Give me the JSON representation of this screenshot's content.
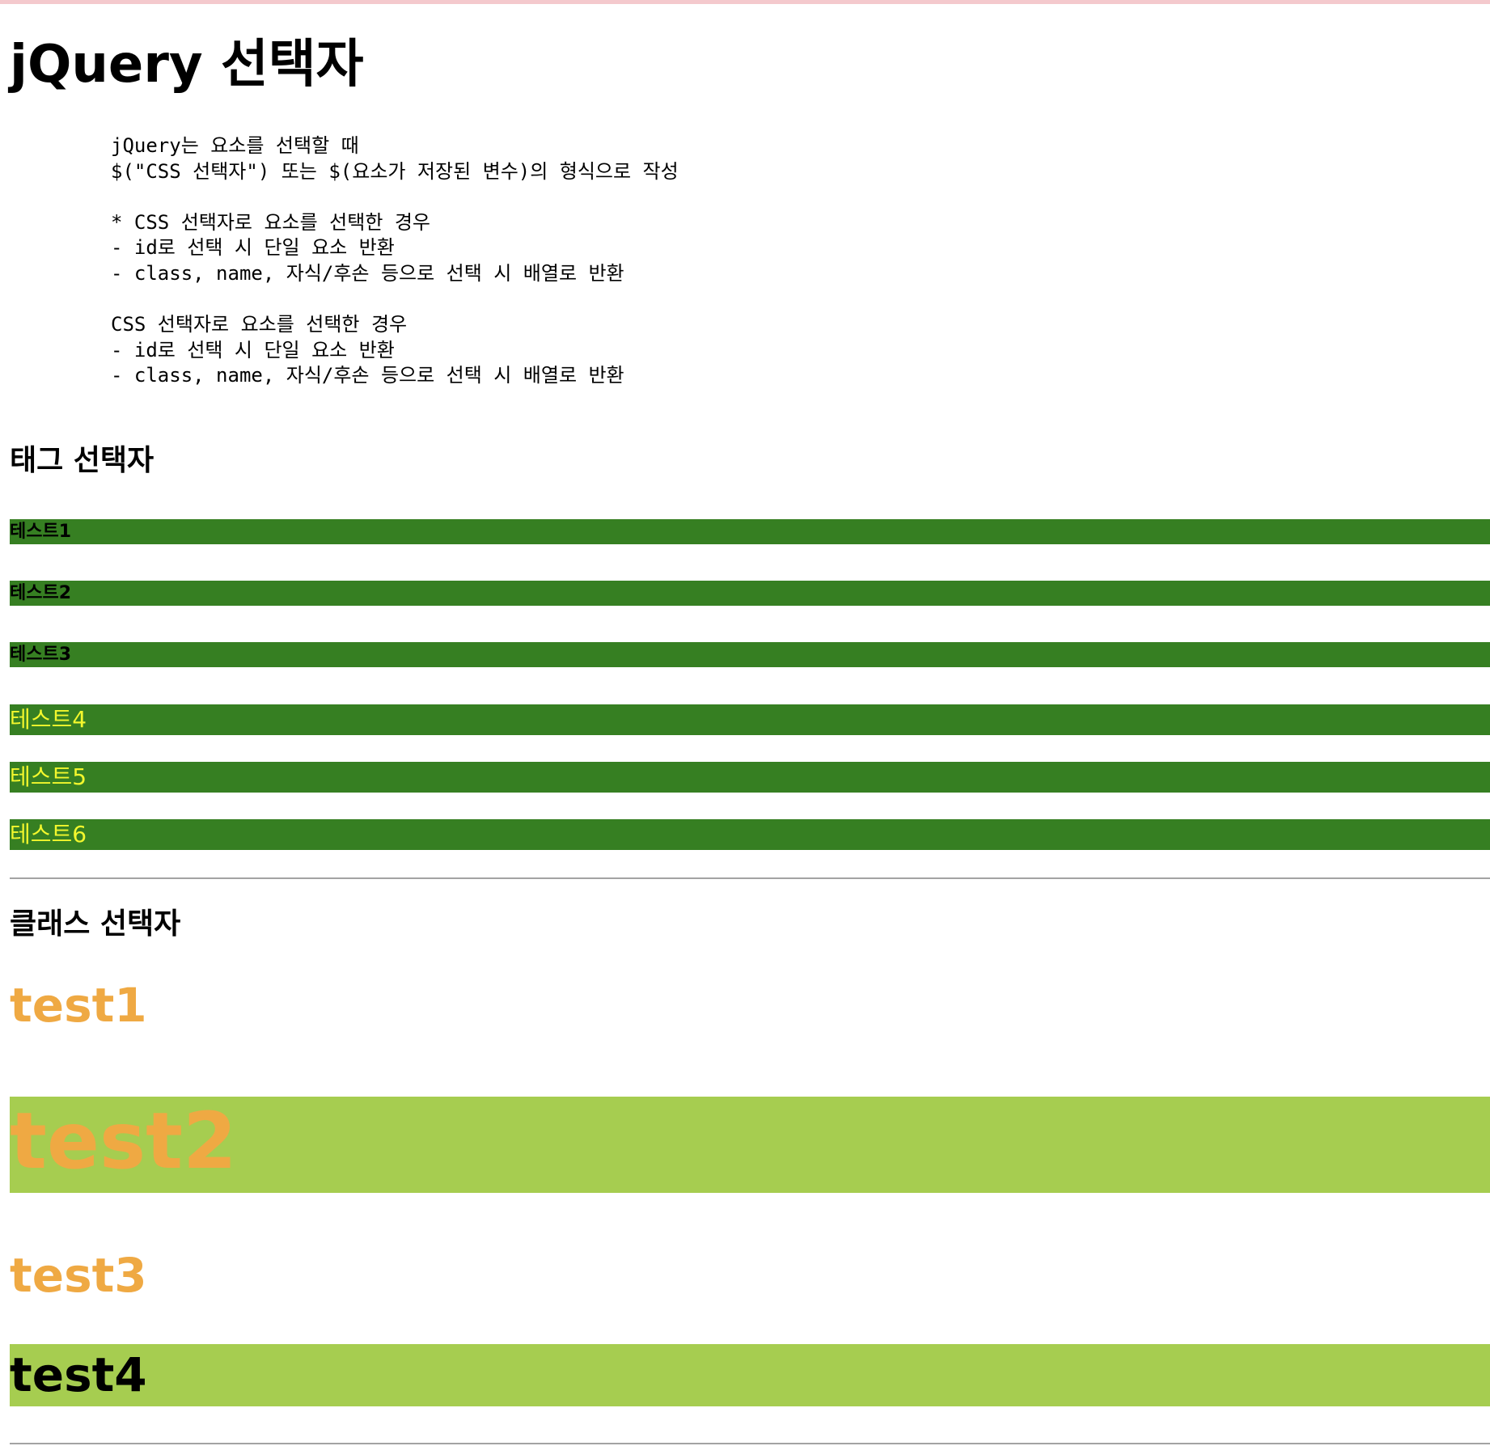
{
  "title": "jQuery 선택자",
  "description_lines": [
    "jQuery는 요소를 선택할 때",
    "$(\"CSS 선택자\") 또는 $(요소가 저장된 변수)의 형식으로 작성",
    "",
    "* CSS 선택자로 요소를 선택한 경우",
    "- id로 선택 시 단일 요소 반환",
    "- class, name, 자식/후손 등으로 선택 시 배열로 반환",
    "",
    "CSS 선택자로 요소를 선택한 경우",
    "- id로 선택 시 단일 요소 반환",
    "- class, name, 자식/후손 등으로 선택 시 배열로 반환"
  ],
  "tag_section": {
    "heading": "태그 선택자",
    "items": [
      "테스트1",
      "테스트2",
      "테스트3",
      "테스트4",
      "테스트5",
      "테스트6"
    ]
  },
  "class_section": {
    "heading": "클래스 선택자",
    "items": [
      "test1",
      "test2",
      "test3",
      "test4"
    ]
  },
  "colors": {
    "tag_background": "#367f22",
    "span_text": "#f2f72d",
    "class_text": "#efa943",
    "class_background": "#a6cd50"
  }
}
